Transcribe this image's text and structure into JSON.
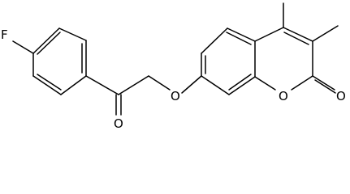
{
  "molecule": {
    "atoms": {
      "fluorine": "F",
      "ketone_oxygen": "O",
      "ether_oxygen": "O",
      "ring_oxygen": "O",
      "lactone_carbonyl_oxygen": "O"
    },
    "colors": {
      "bond": "#000000",
      "label": "#000000",
      "background": "#ffffff"
    }
  }
}
